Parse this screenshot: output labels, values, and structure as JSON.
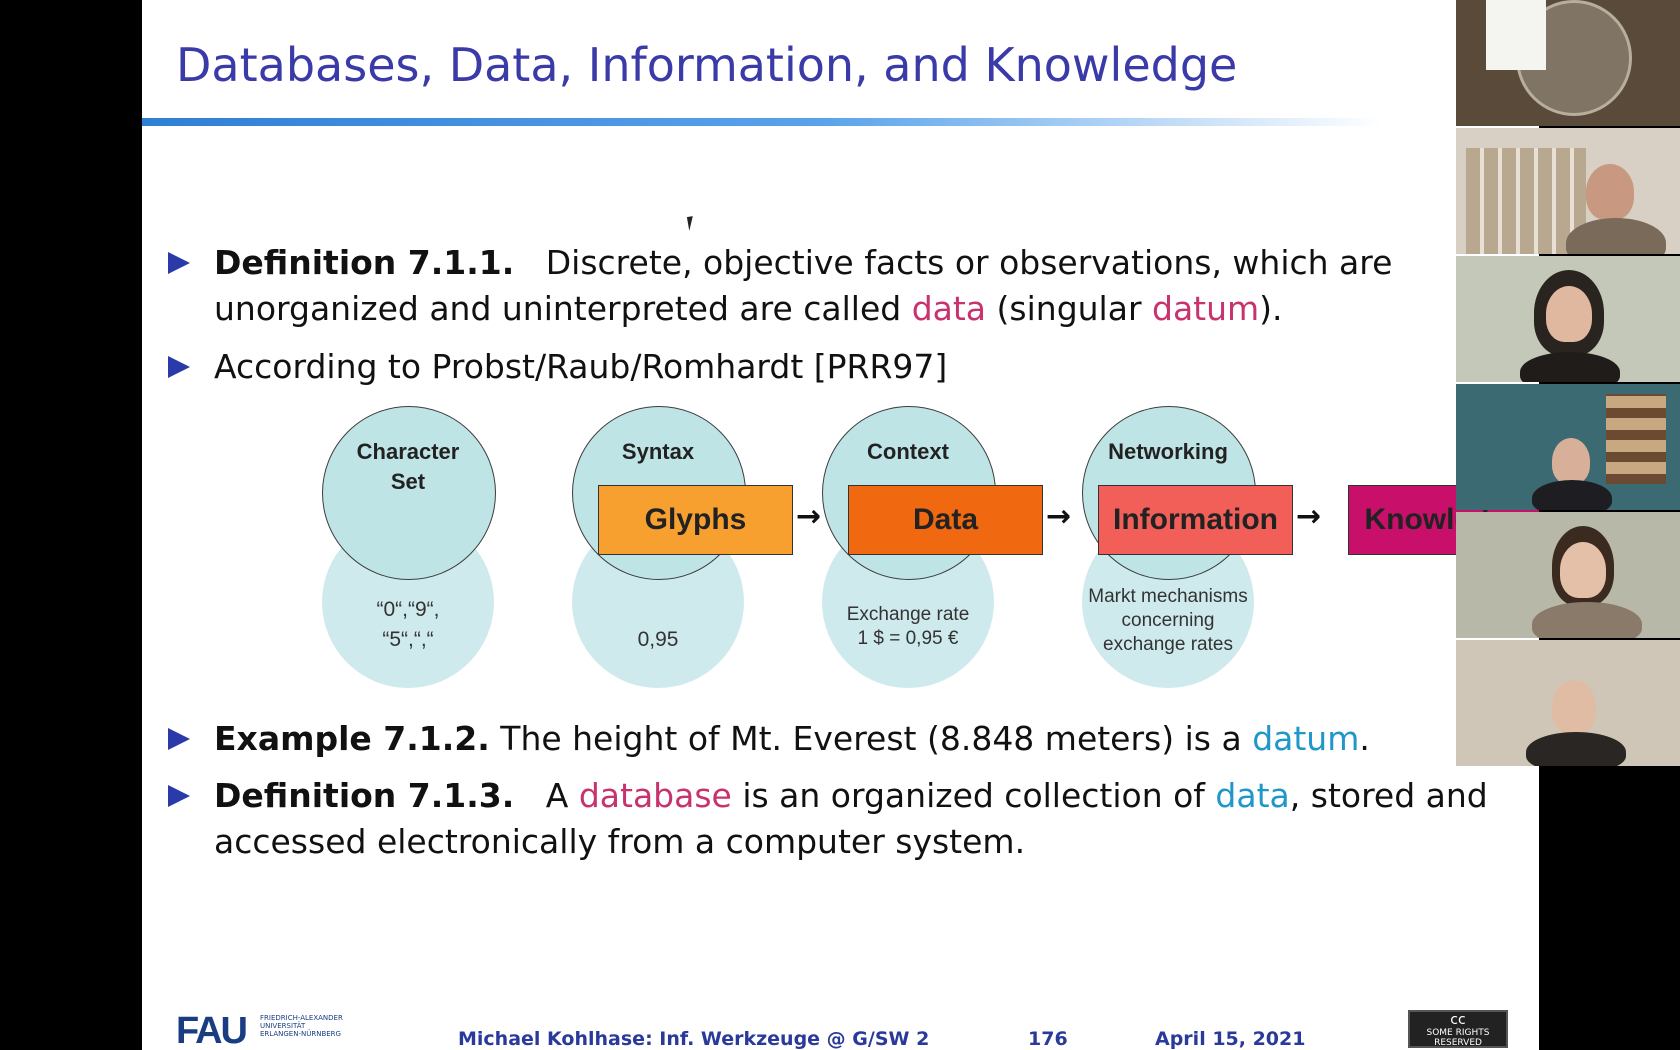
{
  "slide": {
    "title": "Databases, Data, Information, and Knowledge",
    "bullets": [
      {
        "id": "def-711",
        "label": "Definition 7.1.1.",
        "parts": [
          "Discrete, objective facts or observations, which are",
          "unorganized and uninterpreted are called ",
          "data",
          " (singular ",
          "datum",
          ")."
        ]
      },
      {
        "id": "probst",
        "text": "According to Probst/Raub/Romhardt [PRR97]"
      },
      {
        "id": "ex-712",
        "label": "Example 7.1.2.",
        "parts": [
          "The height of Mt. Everest (8.848 meters) is a ",
          "datum",
          "."
        ]
      },
      {
        "id": "def-713",
        "label": "Definition 7.1.3.",
        "parts": [
          "A ",
          "database",
          " is an organized collection of ",
          "data",
          ", stored and",
          "accessed electronically from a computer system."
        ]
      }
    ],
    "diagram": {
      "circles": [
        {
          "label": "Character\nSet",
          "example": "“0“,“9“,\n“5“,“,“"
        },
        {
          "label": "Syntax",
          "example": "0,95"
        },
        {
          "label": "Context",
          "example": "Exchange rate\n1 $ = 0,95 €"
        },
        {
          "label": "Networking",
          "example": "Markt mechanisms\nconcerning\nexchange rates"
        }
      ],
      "boxes": [
        {
          "label": "Glyphs",
          "color": "#f7a030"
        },
        {
          "label": "Data",
          "color": "#f06810"
        },
        {
          "label": "Information",
          "color": "#f25e58"
        },
        {
          "label": "Knowledge",
          "color": "#c8106a"
        }
      ],
      "arrow": "→"
    },
    "footer": {
      "logo": "FAU",
      "logo_sub": "FRIEDRICH-ALEXANDER\nUNIVERSITÄT\nERLANGEN-NÜRNBERG",
      "author": "Michael Kohlhase: Inf. Werkzeuge @ G/SW 2",
      "page": "176",
      "date": "April 15, 2021",
      "license": "SOME RIGHTS RESERVED",
      "license_symbol": "cc"
    }
  },
  "participants": [
    {
      "id": "tile-1",
      "bg": "#5a4a3a"
    },
    {
      "id": "tile-2",
      "bg": "#d8d0c4"
    },
    {
      "id": "tile-3",
      "bg": "#c4c8b8"
    },
    {
      "id": "tile-4",
      "bg": "#3c6a72"
    },
    {
      "id": "tile-5",
      "bg": "#b8b8a8"
    },
    {
      "id": "tile-6",
      "bg": "#cfc6b8"
    }
  ]
}
